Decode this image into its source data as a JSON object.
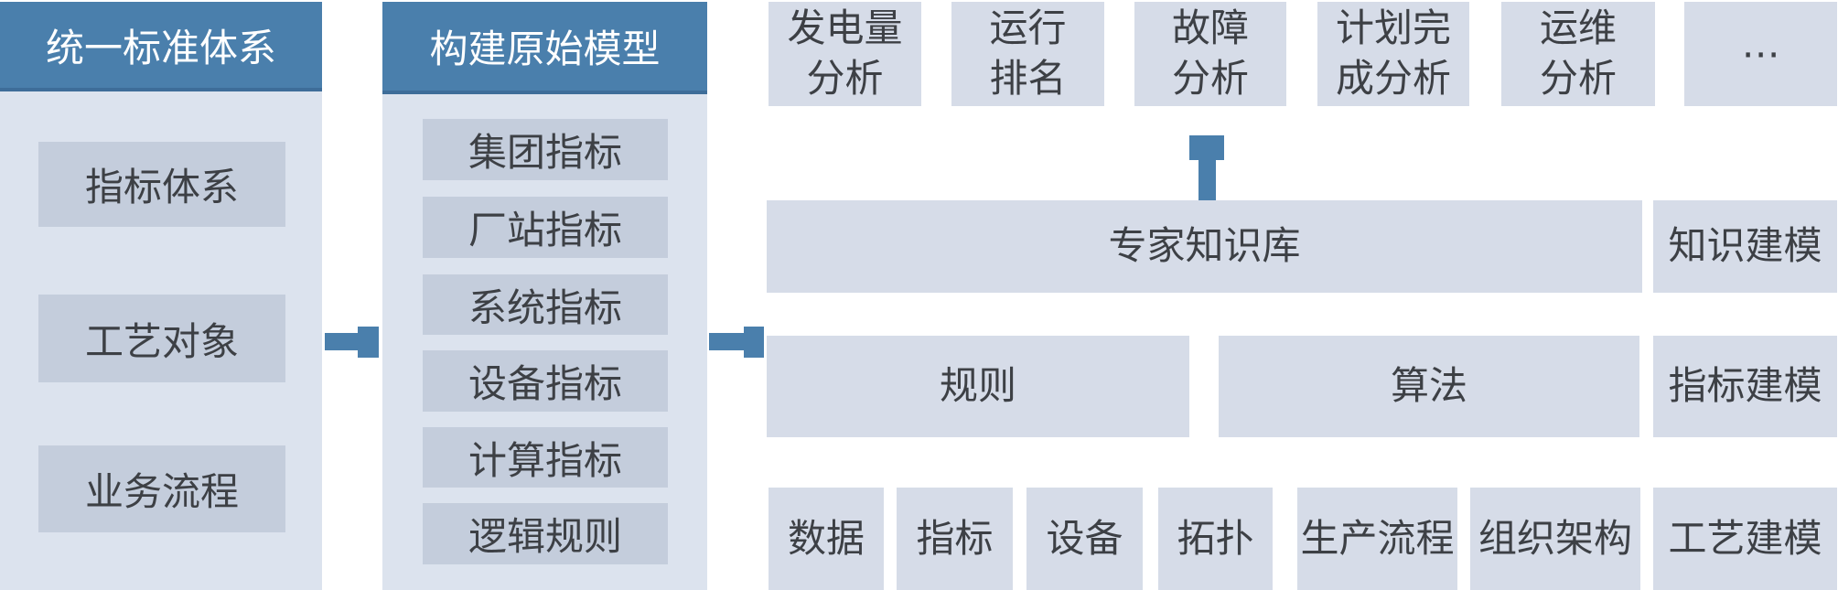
{
  "colors": {
    "header_blue": "#4a7fac",
    "connector_blue": "#4a7fac",
    "panel_bg": "#dce3ee",
    "panel_box_bg": "#c4cddc",
    "right_box_bg": "#d6dce8",
    "text_dark": "#3d4045",
    "header_text": "#ffffff"
  },
  "column1": {
    "title": "统一标准体系",
    "items": [
      "指标体系",
      "工艺对象",
      "业务流程"
    ]
  },
  "column2": {
    "title": "构建原始模型",
    "items": [
      "集团指标",
      "厂站指标",
      "系统指标",
      "设备指标",
      "计算指标",
      "逻辑规则"
    ]
  },
  "top_row": {
    "items": [
      "发电量\n分析",
      "运行\n排名",
      "故障\n分析",
      "计划完\n成分析",
      "运维\n分析",
      "⋯"
    ]
  },
  "knowledge_row": {
    "main": "专家知识库",
    "side": "知识建模"
  },
  "rules_row": {
    "rule": "规则",
    "algorithm": "算法",
    "side": "指标建模"
  },
  "bottom_row": {
    "items": [
      "数据",
      "指标",
      "设备",
      "拓扑",
      "生产流程",
      "组织架构"
    ],
    "side": "工艺建模"
  }
}
